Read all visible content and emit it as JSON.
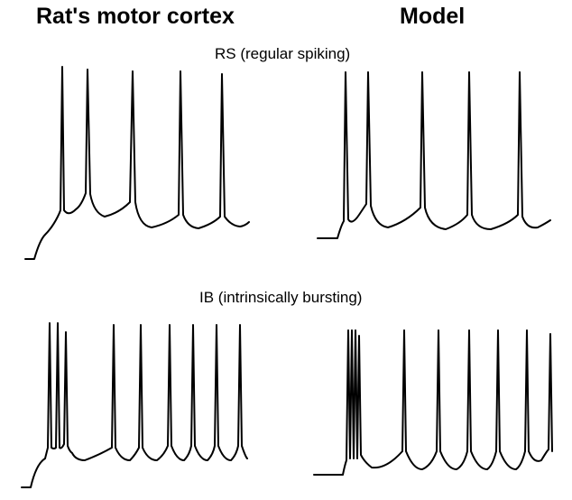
{
  "titles": {
    "left": "Rat's motor cortex",
    "right": "Model"
  },
  "rows": {
    "rs_label": "RS (regular spiking)",
    "ib_label": "IB (intrinsically bursting)"
  }
}
